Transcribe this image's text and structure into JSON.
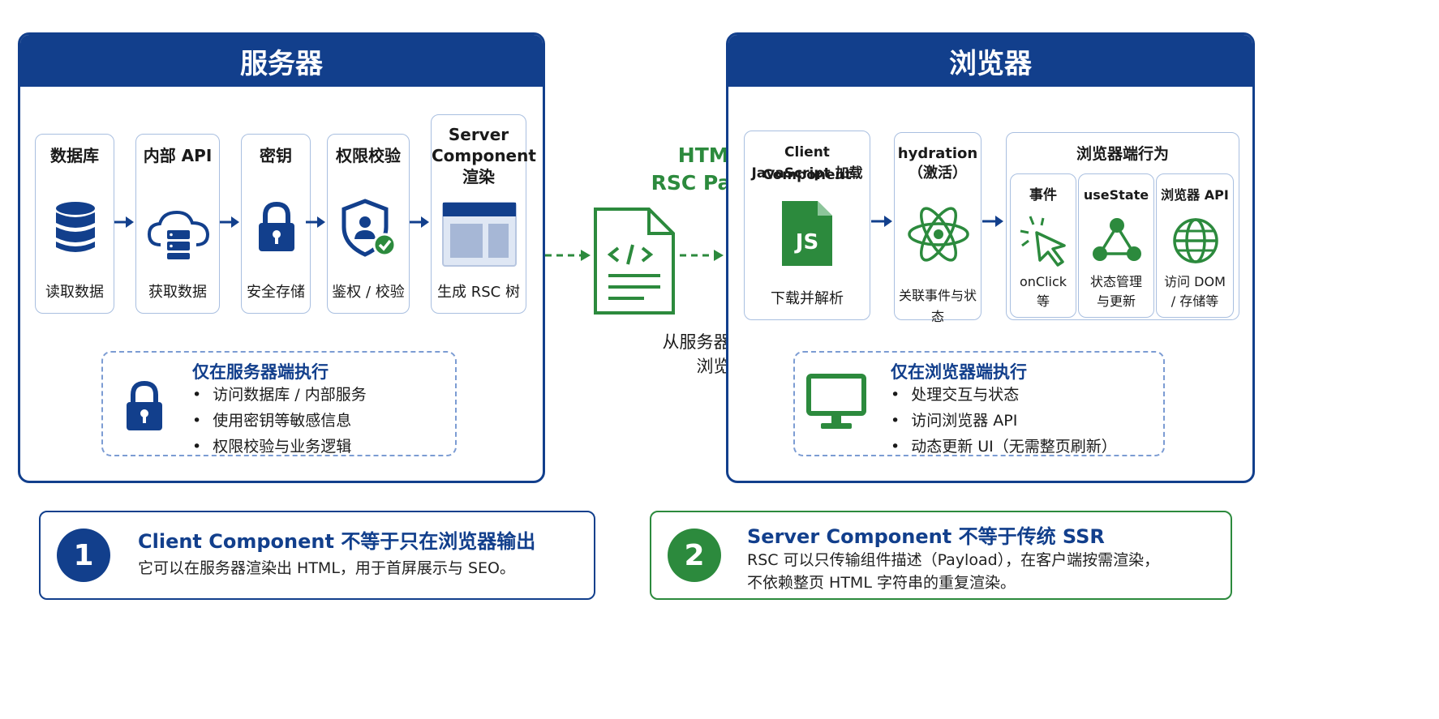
{
  "server_panel": {
    "title": "服务器",
    "cards": [
      {
        "title": "数据库",
        "sub": "读取数据",
        "icon": "database-icon"
      },
      {
        "title": "内部 API",
        "sub": "获取数据",
        "icon": "cloud-server-icon"
      },
      {
        "title": "密钥",
        "sub": "安全存储",
        "icon": "lock-icon"
      },
      {
        "title": "权限校验",
        "sub": "鉴权 / 校验",
        "icon": "shield-user-icon"
      },
      {
        "title_lines": [
          "Server",
          "Component",
          "渲染"
        ],
        "sub": "生成 RSC 树",
        "icon": "window-layout-icon"
      }
    ],
    "box": {
      "title": "仅在服务器端执行",
      "items": [
        "访问数据库 / 内部服务",
        "使用密钥等敏感信息",
        "权限校验与业务逻辑"
      ],
      "icon": "lock-icon"
    }
  },
  "transfer": {
    "title_lines": [
      "HTML +",
      "RSC Payload"
    ],
    "sub_lines": [
      "从服务器传输到",
      "浏览器"
    ],
    "icon": "code-document-icon"
  },
  "browser_panel": {
    "title": "浏览器",
    "cards": [
      {
        "title_lines": [
          "Client Component",
          "JavaScript 加载"
        ],
        "sub": "下载并解析",
        "icon": "js-file-icon",
        "icon_text": "JS"
      },
      {
        "title_lines": [
          "hydration",
          "（激活）"
        ],
        "sub": "关联事件与状态",
        "icon": "react-atom-icon"
      }
    ],
    "behavior": {
      "title": "浏览器端行为",
      "items": [
        {
          "title": "事件",
          "sub_lines": [
            "onClick",
            "等"
          ],
          "icon": "click-cursor-icon"
        },
        {
          "title": "useState",
          "sub_lines": [
            "状态管理",
            "与更新"
          ],
          "icon": "state-graph-icon"
        },
        {
          "title": "浏览器 API",
          "sub_lines": [
            "访问 DOM",
            "/ 存储等"
          ],
          "icon": "globe-icon"
        }
      ]
    },
    "box": {
      "title": "仅在浏览器端执行",
      "items": [
        "处理交互与状态",
        "访问浏览器 API",
        "动态更新 UI（无需整页刷新）"
      ],
      "icon": "monitor-icon"
    }
  },
  "notes": [
    {
      "num": "1",
      "title": "Client Component 不等于只在浏览器输出",
      "body_lines": [
        "它可以在服务器渲染出 HTML，用于首屏展示与 SEO。"
      ]
    },
    {
      "num": "2",
      "title": "Server Component 不等于传统 SSR",
      "body_lines": [
        "RSC 可以只传输组件描述（Payload），在客户端按需渲染，",
        "不依赖整页 HTML 字符串的重复渲染。"
      ]
    }
  ],
  "colors": {
    "server_blue": "#123f8c",
    "browser_green": "#2c8a3d",
    "card_border": "#a9bfe0"
  }
}
